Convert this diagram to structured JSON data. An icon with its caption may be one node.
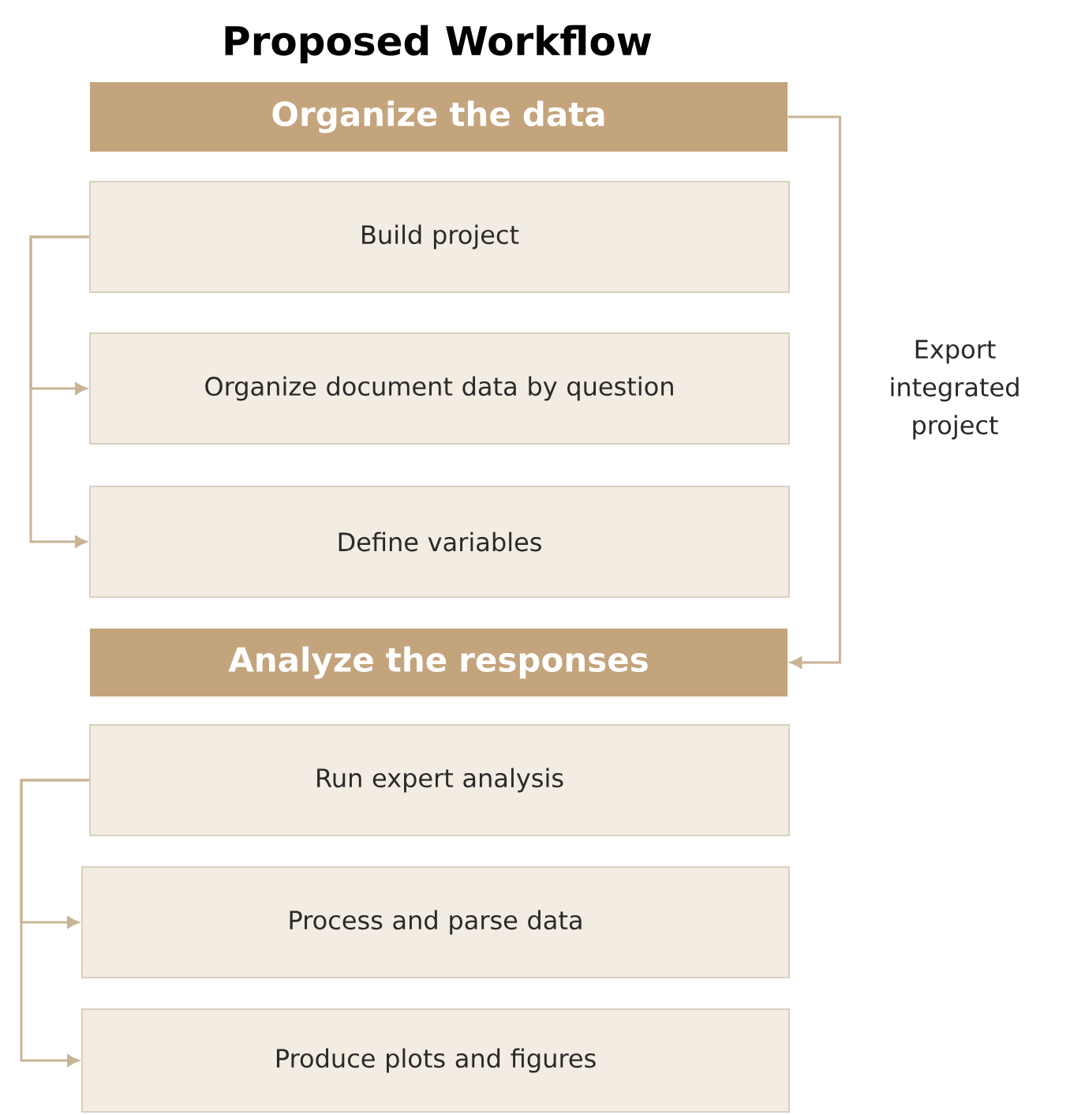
{
  "diagram": {
    "title": "Proposed Workflow",
    "nodes": [
      {
        "text": [
          "Organize the data"
        ]
      },
      {
        "text": [
          "Build project"
        ]
      },
      {
        "text": [
          "Organize document data by question"
        ]
      },
      {
        "text": [
          "Define variables"
        ]
      },
      {
        "text": [
          "Analyze the responses"
        ]
      },
      {
        "text": [
          "Run expert analysis"
        ]
      },
      {
        "text": [
          "Process and parse data"
        ]
      },
      {
        "text": [
          "Produce plots and figures"
        ]
      }
    ],
    "edges": [
      {
        "from": 1,
        "to": 2,
        "arrow": "to"
      },
      {
        "from": 1,
        "to": 3,
        "arrow": "to"
      },
      {
        "from": 0,
        "to": 4,
        "arrow": "to",
        "label": "Export integrated project"
      },
      {
        "from": 5,
        "to": 6,
        "arrow": "to"
      },
      {
        "from": 5,
        "to": 7,
        "arrow": "to"
      }
    ]
  }
}
